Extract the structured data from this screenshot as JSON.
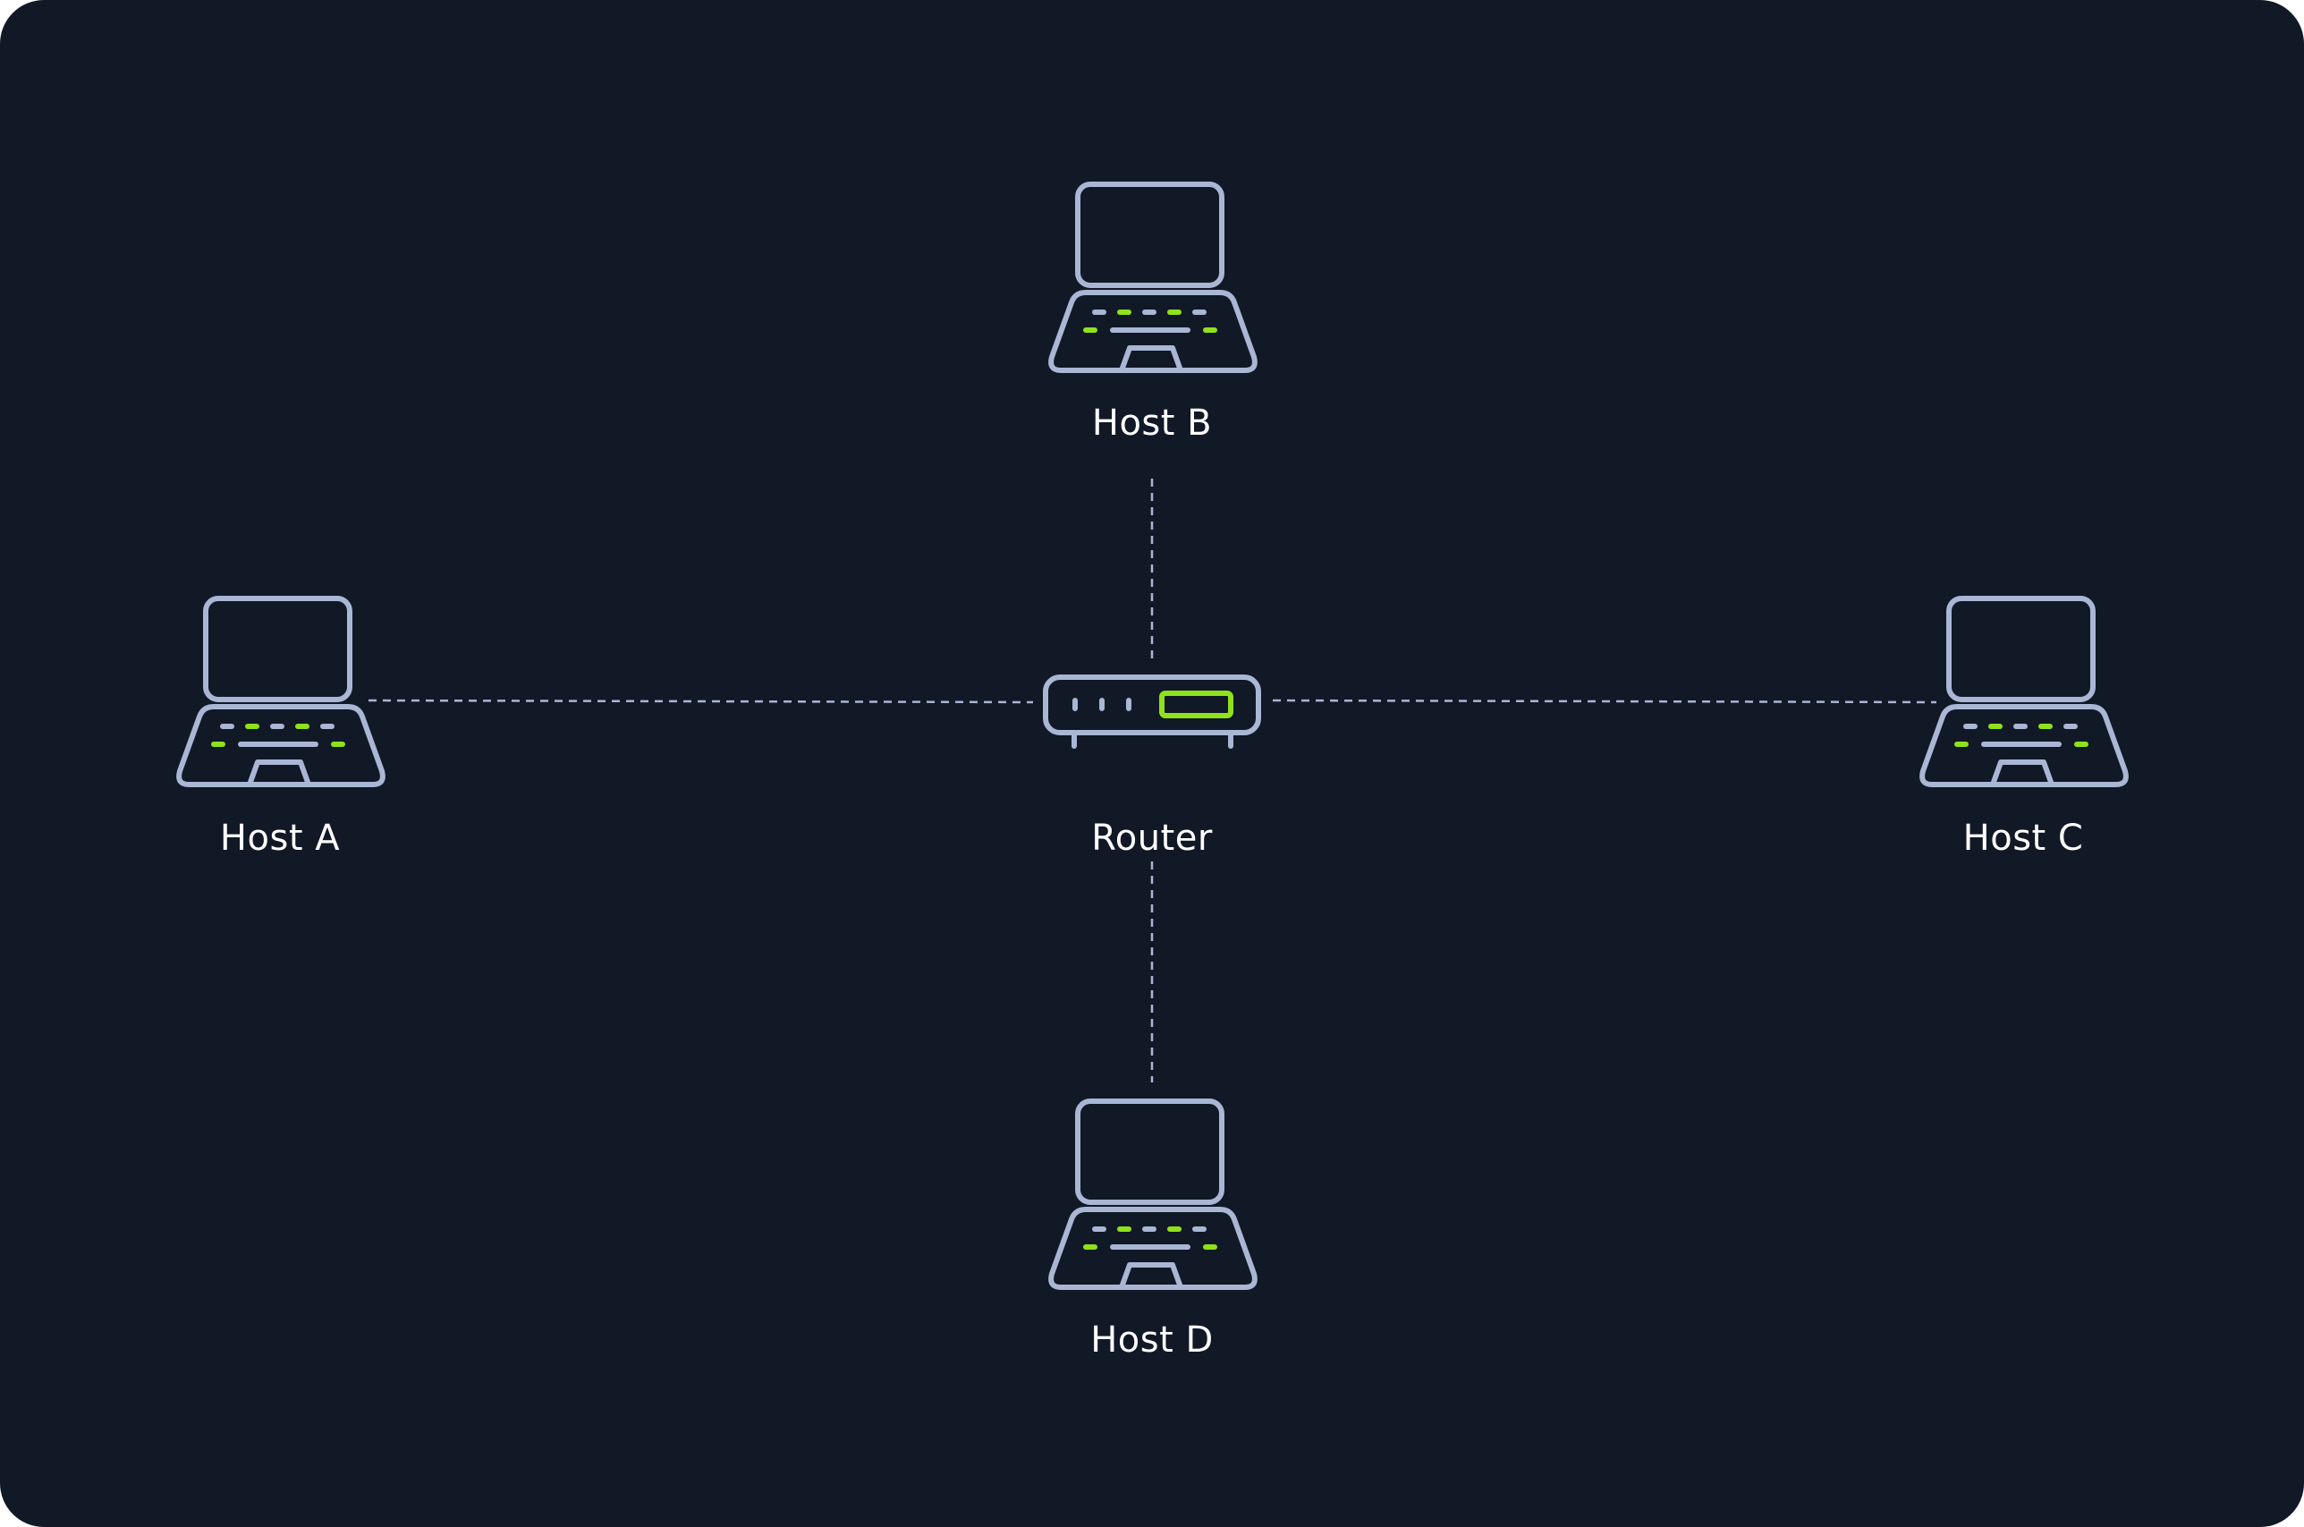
{
  "colors": {
    "background": "#111826",
    "outline": "#a9b6d4",
    "accent": "#8fe11c",
    "connector": "#a9b6d4",
    "label": "#ffffff"
  },
  "nodes": {
    "host_a": {
      "label": "Host A",
      "icon": "laptop-icon"
    },
    "host_b": {
      "label": "Host B",
      "icon": "laptop-icon"
    },
    "host_c": {
      "label": "Host C",
      "icon": "laptop-icon"
    },
    "host_d": {
      "label": "Host D",
      "icon": "laptop-icon"
    },
    "router": {
      "label": "Router",
      "icon": "router-icon"
    }
  },
  "edges": [
    {
      "from": "host_a",
      "to": "router",
      "style": "dashed"
    },
    {
      "from": "host_b",
      "to": "router",
      "style": "dashed"
    },
    {
      "from": "host_c",
      "to": "router",
      "style": "dashed"
    },
    {
      "from": "host_d",
      "to": "router",
      "style": "dashed"
    }
  ]
}
